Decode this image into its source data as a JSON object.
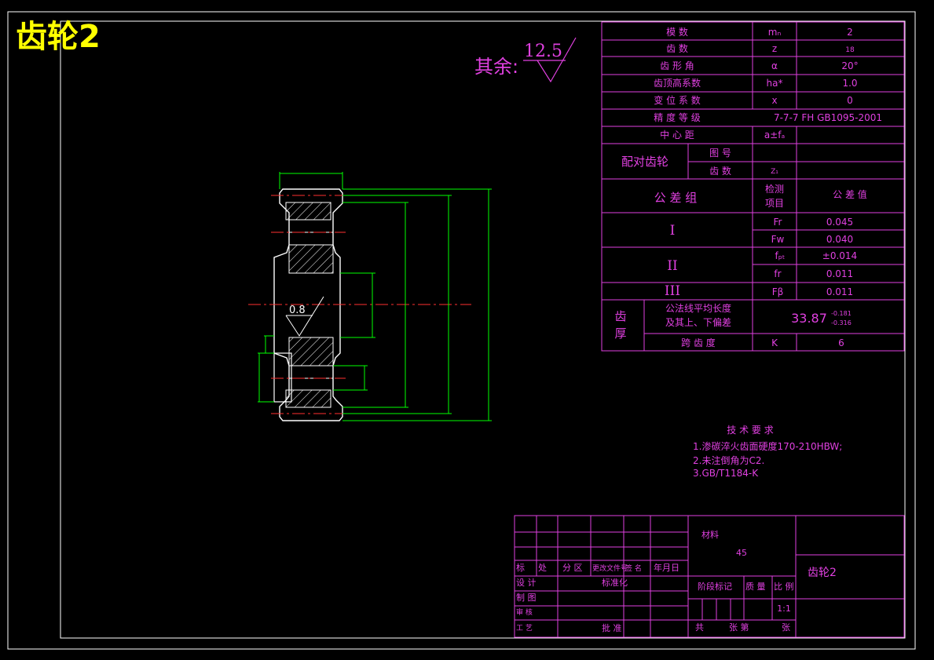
{
  "title": "齿轮2",
  "roughness": {
    "prefix": "其余:",
    "value": "12.5",
    "local": "0.8"
  },
  "params": [
    {
      "name": "模      数",
      "sym": "mₙ",
      "val": "2"
    },
    {
      "name": "齿      数",
      "sym": "z",
      "val": "18"
    },
    {
      "name": "齿 形 角",
      "sym": "α",
      "val": "20°"
    },
    {
      "name": "齿顶高系数",
      "sym": "ha*",
      "val": "1.0"
    },
    {
      "name": "变 位 系 数",
      "sym": "x",
      "val": "0"
    },
    {
      "name": "精 度 等 级",
      "sym": "",
      "val": "7-7-7 FH GB1095-2001"
    },
    {
      "name": "中   心   距",
      "sym": "a±fₐ",
      "val": ""
    }
  ],
  "mating": {
    "label": "配对齿轮",
    "row1": "图 号",
    "row2": "齿 数",
    "row2sym": "Z₁"
  },
  "tolerance_header": {
    "group": "公 差 组",
    "item": "检测\n项目",
    "value": "公 差 值"
  },
  "groups": [
    {
      "name": "I",
      "items": [
        {
          "sym": "Fr",
          "val": "0.045"
        },
        {
          "sym": "Fw",
          "val": "0.040"
        }
      ]
    },
    {
      "name": "II",
      "items": [
        {
          "sym": "fₚₜ",
          "val": "±0.014"
        },
        {
          "sym": "fr",
          "val": "0.011"
        }
      ]
    },
    {
      "name": "III",
      "items": [
        {
          "sym": "Fβ",
          "val": "0.011"
        }
      ]
    }
  ],
  "thickness": {
    "label": "齿\n厚",
    "desc1": "公法线平均长度",
    "desc2": "及其上、下偏差",
    "value": "33.87",
    "dev_up": "-0.181",
    "dev_low": "-0.316",
    "span_label": "跨 齿 度",
    "span_sym": "K",
    "span_val": "6"
  },
  "tech": {
    "heading": "技 术 要 求",
    "lines": [
      "1.渗碳淬火齿面硬度170-210HBW;",
      "2.未注倒角为C2.",
      "3.GB/T1184-K"
    ]
  },
  "titleblock": {
    "material_label": "材料",
    "material": "45",
    "drawing_name": "齿轮2",
    "row_mark": [
      "标",
      "处",
      "分 区",
      "更改文件号",
      "签 名",
      "年月日"
    ],
    "design": "设 计",
    "design2": "标准化",
    "draw": "制 图",
    "review": "审 核",
    "craft": "工 艺",
    "approve": "批 准",
    "stage": "阶段标记",
    "weight": "质 量",
    "scale_label": "比 例",
    "scale": "1:1",
    "sheets": "共",
    "sheet_of": "张 第",
    "sheet_end": "张"
  }
}
